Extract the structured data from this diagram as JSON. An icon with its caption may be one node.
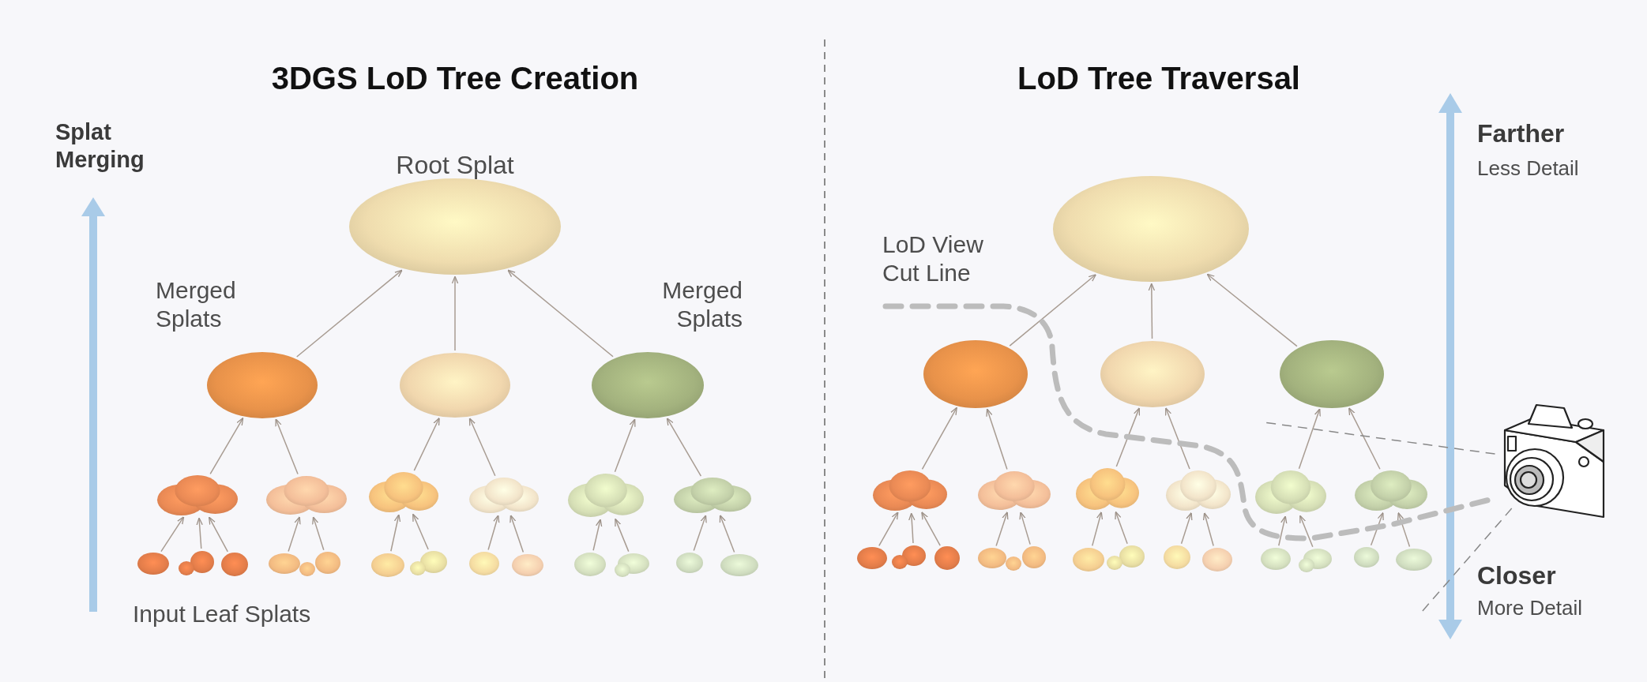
{
  "diagram": {
    "nodes": [
      {
        "text": [],
        "shape": "ellipse"
      },
      {
        "text": [],
        "shape": "ellipse"
      },
      {
        "text": [],
        "shape": "ellipse"
      },
      {
        "text": [],
        "shape": "ellipse"
      },
      {
        "text": [],
        "shape": "cloud"
      },
      {
        "text": [],
        "shape": "cloud"
      },
      {
        "text": [],
        "shape": "cloud"
      },
      {
        "text": [],
        "shape": "cloud"
      },
      {
        "text": [],
        "shape": "cloud"
      },
      {
        "text": [],
        "shape": "cloud"
      },
      {
        "text": [],
        "shape": "blob"
      },
      {
        "text": [],
        "shape": "blob"
      },
      {
        "text": [],
        "shape": "blob"
      },
      {
        "text": [],
        "shape": "blob"
      },
      {
        "text": [],
        "shape": "blob"
      },
      {
        "text": [],
        "shape": "blob"
      },
      {
        "text": [],
        "shape": "blob"
      },
      {
        "text": [],
        "shape": "blob"
      },
      {
        "text": [],
        "shape": "blob"
      },
      {
        "text": [],
        "shape": "blob"
      },
      {
        "text": [],
        "shape": "blob"
      },
      {
        "text": [],
        "shape": "blob"
      },
      {
        "text": [],
        "shape": "blob"
      },
      {
        "text": [],
        "shape": "ellipse"
      },
      {
        "text": [],
        "shape": "ellipse"
      },
      {
        "text": [],
        "shape": "ellipse"
      },
      {
        "text": [],
        "shape": "ellipse"
      },
      {
        "text": [],
        "shape": "cloud"
      },
      {
        "text": [],
        "shape": "cloud"
      },
      {
        "text": [],
        "shape": "cloud"
      },
      {
        "text": [],
        "shape": "cloud"
      },
      {
        "text": [],
        "shape": "cloud"
      },
      {
        "text": [],
        "shape": "cloud"
      },
      {
        "text": [],
        "shape": "blob"
      },
      {
        "text": [],
        "shape": "blob"
      },
      {
        "text": [],
        "shape": "blob"
      },
      {
        "text": [],
        "shape": "blob"
      },
      {
        "text": [],
        "shape": "blob"
      },
      {
        "text": [],
        "shape": "blob"
      },
      {
        "text": [],
        "shape": "blob"
      },
      {
        "text": [],
        "shape": "blob"
      },
      {
        "text": [],
        "shape": "blob"
      },
      {
        "text": [],
        "shape": "blob"
      },
      {
        "text": [],
        "shape": "blob"
      },
      {
        "text": [],
        "shape": "blob"
      },
      {
        "text": [],
        "shape": "blob"
      },
      {
        "text": [],
        "shape": "camera"
      }
    ],
    "edges": [
      {
        "from": 1,
        "to": 0,
        "arrow": "to"
      },
      {
        "from": 2,
        "to": 0,
        "arrow": "to"
      },
      {
        "from": 3,
        "to": 0,
        "arrow": "to"
      },
      {
        "from": 4,
        "to": 1,
        "arrow": "to"
      },
      {
        "from": 5,
        "to": 1,
        "arrow": "to"
      },
      {
        "from": 6,
        "to": 2,
        "arrow": "to"
      },
      {
        "from": 7,
        "to": 2,
        "arrow": "to"
      },
      {
        "from": 8,
        "to": 3,
        "arrow": "to"
      },
      {
        "from": 9,
        "to": 3,
        "arrow": "to"
      },
      {
        "from": 10,
        "to": 4,
        "arrow": "to"
      },
      {
        "from": 11,
        "to": 4,
        "arrow": "to"
      },
      {
        "from": 12,
        "to": 4,
        "arrow": "to"
      },
      {
        "from": 13,
        "to": 5,
        "arrow": "to"
      },
      {
        "from": 14,
        "to": 5,
        "arrow": "to"
      },
      {
        "from": 15,
        "to": 6,
        "arrow": "to"
      },
      {
        "from": 16,
        "to": 6,
        "arrow": "to"
      },
      {
        "from": 17,
        "to": 7,
        "arrow": "to"
      },
      {
        "from": 18,
        "to": 7,
        "arrow": "to"
      },
      {
        "from": 19,
        "to": 8,
        "arrow": "to"
      },
      {
        "from": 20,
        "to": 8,
        "arrow": "to"
      },
      {
        "from": 21,
        "to": 9,
        "arrow": "to"
      },
      {
        "from": 22,
        "to": 9,
        "arrow": "to"
      },
      {
        "from": 24,
        "to": 23,
        "arrow": "to"
      },
      {
        "from": 25,
        "to": 23,
        "arrow": "to"
      },
      {
        "from": 26,
        "to": 23,
        "arrow": "to"
      },
      {
        "from": 27,
        "to": 24,
        "arrow": "to"
      },
      {
        "from": 28,
        "to": 24,
        "arrow": "to"
      },
      {
        "from": 29,
        "to": 25,
        "arrow": "to"
      },
      {
        "from": 30,
        "to": 25,
        "arrow": "to"
      },
      {
        "from": 31,
        "to": 26,
        "arrow": "to"
      },
      {
        "from": 32,
        "to": 26,
        "arrow": "to"
      },
      {
        "from": 33,
        "to": 27,
        "arrow": "to"
      },
      {
        "from": 34,
        "to": 27,
        "arrow": "to"
      },
      {
        "from": 35,
        "to": 27,
        "arrow": "to"
      },
      {
        "from": 36,
        "to": 28,
        "arrow": "to"
      },
      {
        "from": 37,
        "to": 28,
        "arrow": "to"
      },
      {
        "from": 38,
        "to": 29,
        "arrow": "to"
      },
      {
        "from": 39,
        "to": 29,
        "arrow": "to"
      },
      {
        "from": 40,
        "to": 30,
        "arrow": "to"
      },
      {
        "from": 41,
        "to": 30,
        "arrow": "to"
      },
      {
        "from": 42,
        "to": 31,
        "arrow": "to"
      },
      {
        "from": 43,
        "to": 31,
        "arrow": "to"
      },
      {
        "from": 44,
        "to": 32,
        "arrow": "to"
      },
      {
        "from": 45,
        "to": 32,
        "arrow": "to"
      },
      {
        "from": 46,
        "to": null,
        "arrow": "none",
        "style": "dashed"
      },
      {
        "from": 46,
        "to": null,
        "arrow": "none",
        "style": "dashed"
      }
    ],
    "labels": [
      "3DGS LoD Tree Creation",
      "LoD Tree Traversal",
      "Splat Merging",
      "Root Splat",
      "Merged Splats",
      "Merged Splats",
      "Input Leaf Splats",
      "LoD View Cut Line",
      "Farther",
      "Less Detail",
      "Closer",
      "More Detail"
    ]
  }
}
